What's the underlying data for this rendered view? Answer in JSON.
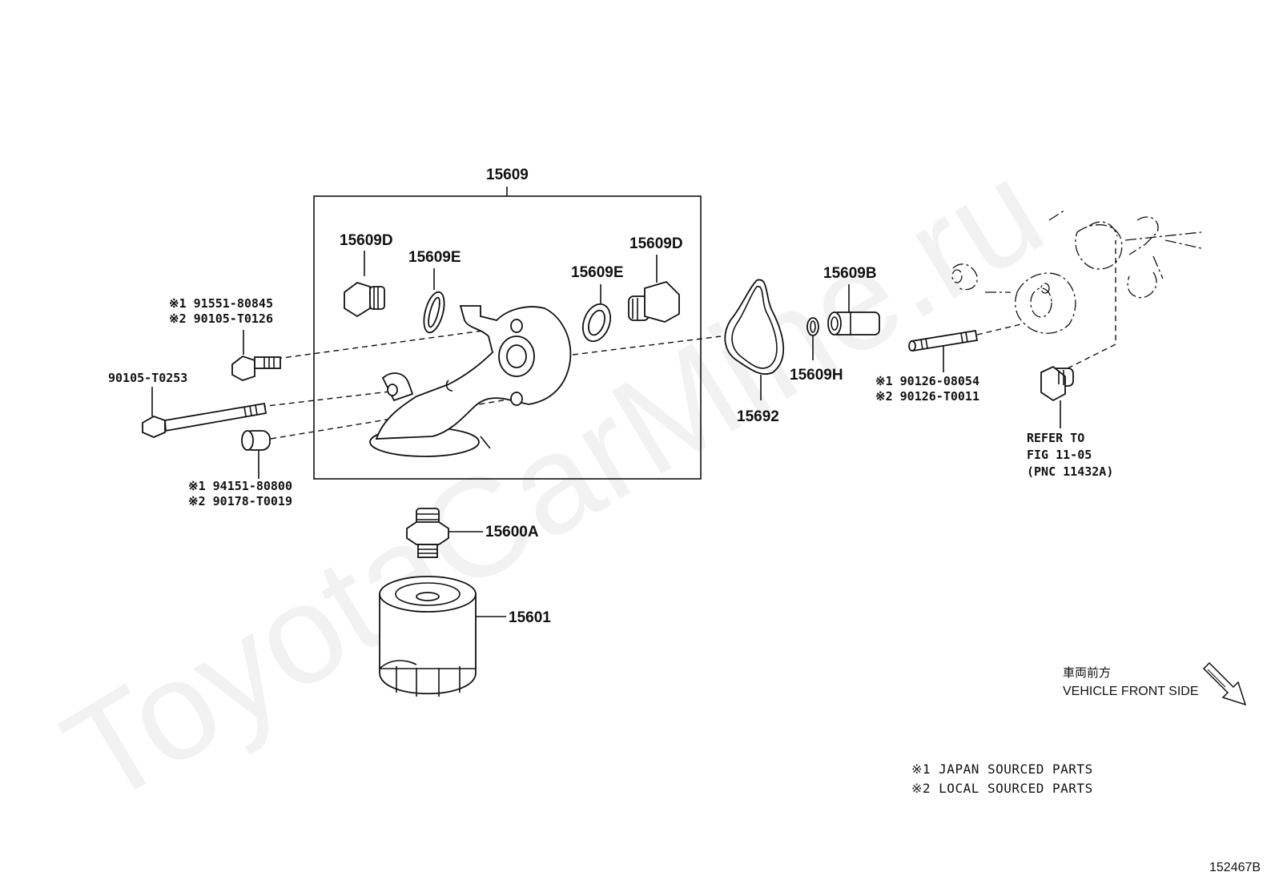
{
  "watermark": "ToyotaCarMine.ru",
  "group_label": "15609",
  "labels": {
    "plug_left": "15609D",
    "gasket_left": "15609E",
    "gasket_right": "15609E",
    "plug_right": "15609D",
    "union": "15609B",
    "oring": "15609H",
    "housing_gasket": "15692",
    "filter_union": "15600A",
    "oil_filter": "15601",
    "long_bolt": "90105-T0253"
  },
  "multi_labels": {
    "bolt_top": [
      "※1 91551-80845",
      "※2 90105-T0126"
    ],
    "collar": [
      "※1 94151-80800",
      "※2 90178-T0019"
    ],
    "stud": [
      "※1 90126-08054",
      "※2 90126-T0011"
    ],
    "refer": [
      "REFER TO",
      "FIG 11-05",
      "(PNC 11432A)"
    ]
  },
  "direction": {
    "jp": "車両前方",
    "en": "VEHICLE FRONT SIDE"
  },
  "legend": [
    "※1 JAPAN SOURCED PARTS",
    "※2 LOCAL SOURCED PARTS"
  ],
  "figure_id": "152467B"
}
